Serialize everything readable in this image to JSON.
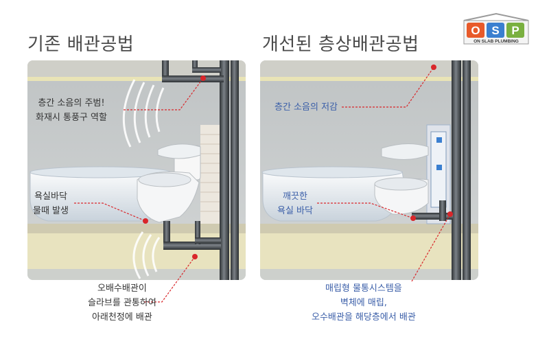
{
  "logo": {
    "letters": [
      "O",
      "S",
      "P"
    ],
    "subtitle": "ON SLAB PLUMBING",
    "colors": {
      "o": "#e85a2a",
      "s": "#3a7fd0",
      "p": "#7ab040"
    }
  },
  "left_panel": {
    "title": "기존 배관공법",
    "callouts": [
      {
        "lines": [
          "층간 소음의 주범!",
          "화재시 통풍구 역할"
        ]
      },
      {
        "lines": [
          "욕실바닥",
          "물때 발생"
        ]
      }
    ],
    "bottom_note": [
      "오배수배관이",
      "슬라브를 관통하여",
      "아래천정에 배관"
    ]
  },
  "right_panel": {
    "title": "개선된 층상배관공법",
    "callouts": [
      {
        "lines": [
          "층간 소음의 저감"
        ]
      },
      {
        "lines": [
          "깨끗한",
          "욕실 바닥"
        ]
      }
    ],
    "bottom_note": [
      "매립형 물통시스템을",
      "벽체에 매립,",
      "오수배관을 해당층에서 배관"
    ]
  },
  "colors": {
    "left_text": "#333333",
    "right_text": "#3a5ea8",
    "callout_line": "#d9262a",
    "wall_bg": "#c9cccd",
    "slab": "#e8e3bf",
    "pipe": "#4a4e52"
  }
}
